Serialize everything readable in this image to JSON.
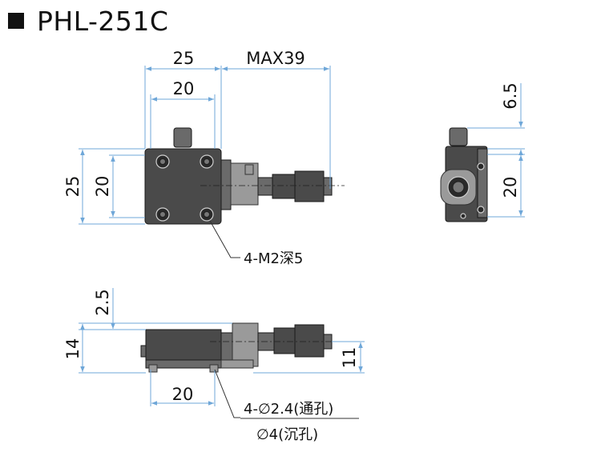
{
  "title": {
    "text": "PHL-251C"
  },
  "top_view": {
    "dim_width_25": "25",
    "dim_width_20": "20",
    "dim_max": "MAX39",
    "dim_height_25": "25",
    "dim_height_20": "20",
    "note_thread": "4-M2深5"
  },
  "side_view": {
    "dim_top": "6.5",
    "dim_height_20": "20"
  },
  "front_view": {
    "dim_top": "2.5",
    "dim_height_14": "14",
    "dim_height_11": "11",
    "dim_width_20": "20",
    "note_through": "4-∅2.4(通孔)",
    "note_counter": "∅4(沉孔)"
  },
  "colors": {
    "dimension": "#6fa7d8",
    "body": "#4a4a4a",
    "text": "#111111"
  }
}
